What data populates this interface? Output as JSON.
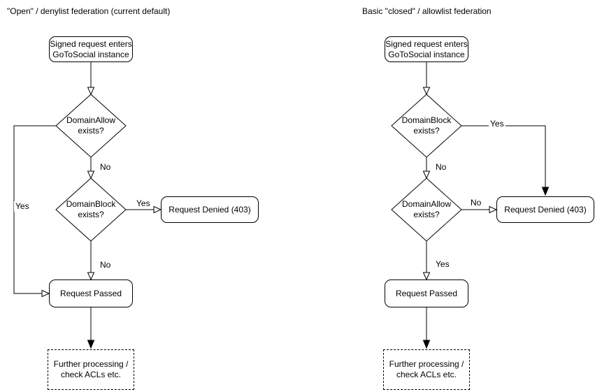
{
  "colors": {
    "stroke": "#000000",
    "node_fill": "#ffffff",
    "text": "#000000",
    "background": "#ffffff"
  },
  "left": {
    "title": "\"Open\" / denylist federation (current default)",
    "nodes": {
      "start": "Signed request enters\nGoToSocial instance",
      "decision1": "DomainAllow\nexists?",
      "decision2": "DomainBlock\nexists?",
      "denied": "Request Denied (403)",
      "passed": "Request Passed",
      "further": "Further processing /\ncheck ACLs etc."
    },
    "edge_labels": {
      "decision1_yes": "Yes",
      "decision1_no": "No",
      "decision2_yes": "Yes",
      "decision2_no": "No"
    }
  },
  "right": {
    "title": "Basic \"closed\" / allowlist federation",
    "nodes": {
      "start": "Signed request enters\nGoToSocial instance",
      "decision1": "DomainBlock\nexists?",
      "decision2": "DomainAllow\nexists?",
      "denied": "Request Denied (403)",
      "passed": "Request Passed",
      "further": "Further processing /\ncheck ACLs etc."
    },
    "edge_labels": {
      "decision1_yes": "Yes",
      "decision1_no": "No",
      "decision2_no": "No",
      "decision2_yes": "Yes"
    }
  }
}
